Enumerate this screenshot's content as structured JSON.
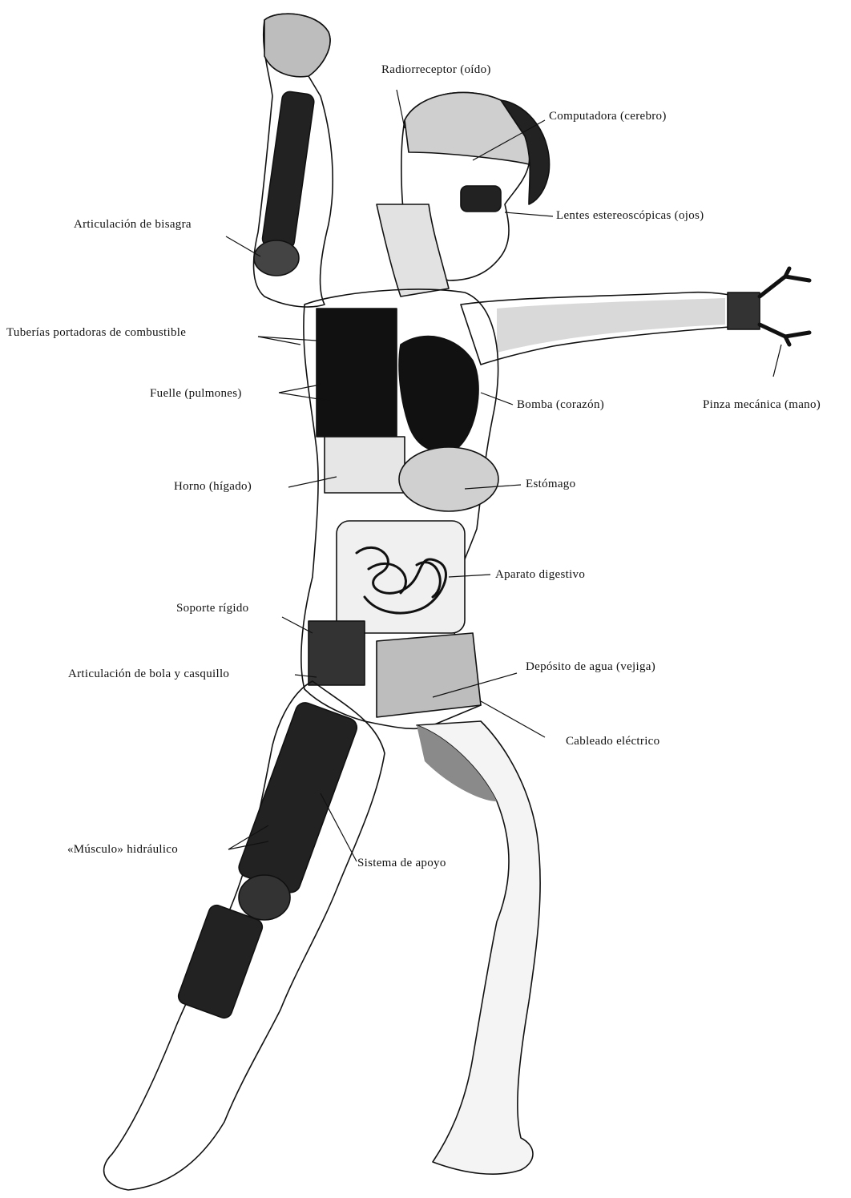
{
  "labels": {
    "radioreceptor": "Radiorreceptor (oído)",
    "computadora": "Computadora (cerebro)",
    "lentes": "Lentes estereoscópicas (ojos)",
    "articulacion_bisagra": "Articulación de bisagra",
    "tuberias": "Tuberías portadoras de combustible",
    "fuelle": "Fuelle (pulmones)",
    "bomba": "Bomba (corazón)",
    "pinza": "Pinza mecánica (mano)",
    "horno": "Horno (hígado)",
    "estomago": "Estómago",
    "aparato_digestivo": "Aparato digestivo",
    "soporte_rigido": "Soporte rígido",
    "articulacion_bola": "Articulación de bola y casquillo",
    "deposito_agua": "Depósito de agua (vejiga)",
    "cableado": "Cableado eléctrico",
    "musculo": "«Músculo» hidráulico",
    "sistema_apoyo": "Sistema de apoyo"
  },
  "colors": {
    "ink": "#111111",
    "background": "#ffffff",
    "shade": "#8a8a8a"
  }
}
